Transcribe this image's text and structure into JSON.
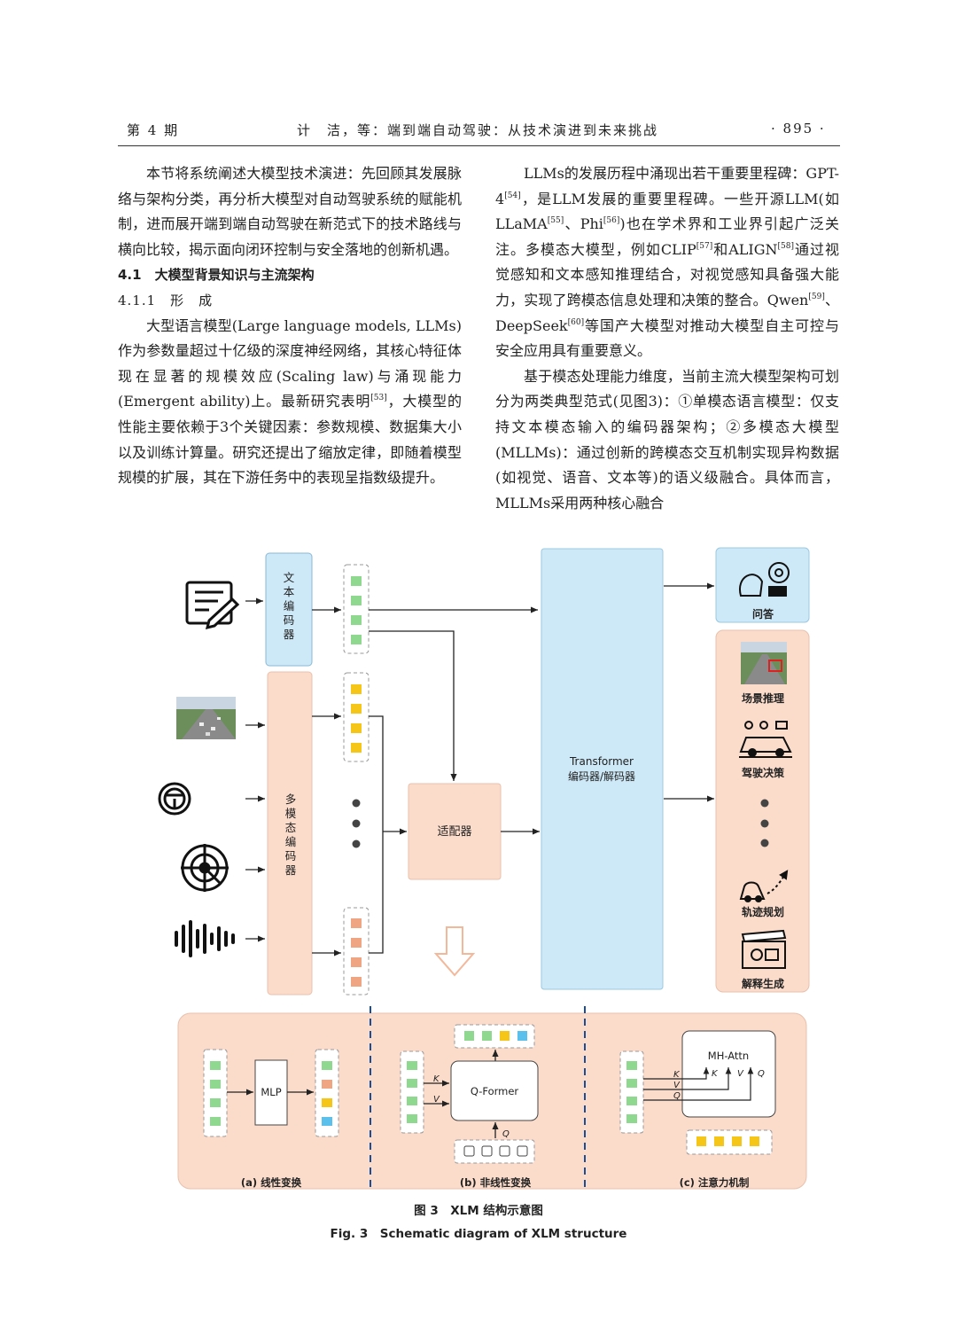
{
  "header": {
    "issue": "第 4 期",
    "title": "计　洁，等：端到端自动驾驶：从技术演进到未来挑战",
    "page": "· 895 ·"
  },
  "left_col": {
    "p1": "本节将系统阐述大模型技术演进：先回顾其发展脉络与架构分类，再分析大模型对自动驾驶系统的赋能机制，进而展开端到端自动驾驶在新范式下的技术路线与横向比较，揭示面向闭环控制与安全落地的创新机遇。",
    "h41": "4.1　大模型背景知识与主流架构",
    "h411": "4.1.1　形　成",
    "p2a": "大型语言模型(Large language models, LLMs)作为参数量超过十亿级的深度神经网络，其核心特征体现在显著的规模效应(Scaling law)与涌现能力(Emergent ability)上。最新研究表明",
    "ref53": "[53]",
    "p2b": "，大模型的性能主要依赖于3个关键因素：参数规模、数据集大小以及训练计算量。研究还提出了缩放定律，即随着模型规模的扩展，其在下游任务中的表现呈指数级提升。"
  },
  "right_col": {
    "p1a": "LLMs的发展历程中涌现出若干重要里程碑：GPT-4",
    "r54": "[54]",
    "p1b": "，是LLM发展的重要里程碑。一些开源LLM(如LLaMA",
    "r55": "[55]",
    "p1c": "、Phi",
    "r56": "[56]",
    "p1d": ")也在学术界和工业界引起广泛关注。多模态大模型，例如CLIP",
    "r57": "[57]",
    "p1e": "和ALIGN",
    "r58": "[58]",
    "p1f": "通过视觉感知和文本感知推理结合，对视觉感知具备强大能力，实现了跨模态信息处理和决策的整合。Qwen",
    "r59": "[59]",
    "p1g": "、DeepSeek",
    "r60": "[60]",
    "p1h": "等国产大模型对推动大模型自主可控与安全应用具有重要意义。",
    "p2": "基于模态处理能力维度，当前主流大模型架构可划分为两类典型范式(见图3)：①单模态语言模型：仅支持文本模态输入的编码器架构；②多模态大模型(MLLMs)：通过创新的跨模态交互机制实现异构数据(如视觉、语音、文本等)的语义级融合。具体而言，MLLMs采用两种核心融合"
  },
  "figure": {
    "text_encoder": [
      "文",
      "本",
      "编",
      "码",
      "器"
    ],
    "mm_encoder": [
      "多",
      "模",
      "态",
      "编",
      "码",
      "器"
    ],
    "adapter": "适配器",
    "transformer_line1": "Transformer",
    "transformer_line2": "编码器/解码器",
    "outputs": {
      "qa": "问答",
      "scene": "场景推理",
      "decision": "驾驶决策",
      "trajectory": "轨迹规划",
      "explain": "解释生成"
    },
    "panel_a": {
      "block": "MLP",
      "caption": "(a) 线性变换"
    },
    "panel_b": {
      "block": "Q-Former",
      "k": "K",
      "v": "V",
      "q": "Q",
      "caption": "(b) 非线性变换"
    },
    "panel_c": {
      "block": "MH-Attn",
      "k": "K",
      "v": "V",
      "q": "Q",
      "caption": "(c) 注意力机制"
    },
    "colors": {
      "text_token": "#8fd88f",
      "vision_token": "#f5c518",
      "audio_token": "#f0a582",
      "query_token": "#5bc0eb",
      "encoder_fill": "#fbdccb",
      "transformer_fill": "#cde8f6"
    }
  },
  "caption": {
    "cn": "图 3　XLM 结构示意图",
    "en": "Fig. 3　Schematic diagram of XLM structure"
  }
}
